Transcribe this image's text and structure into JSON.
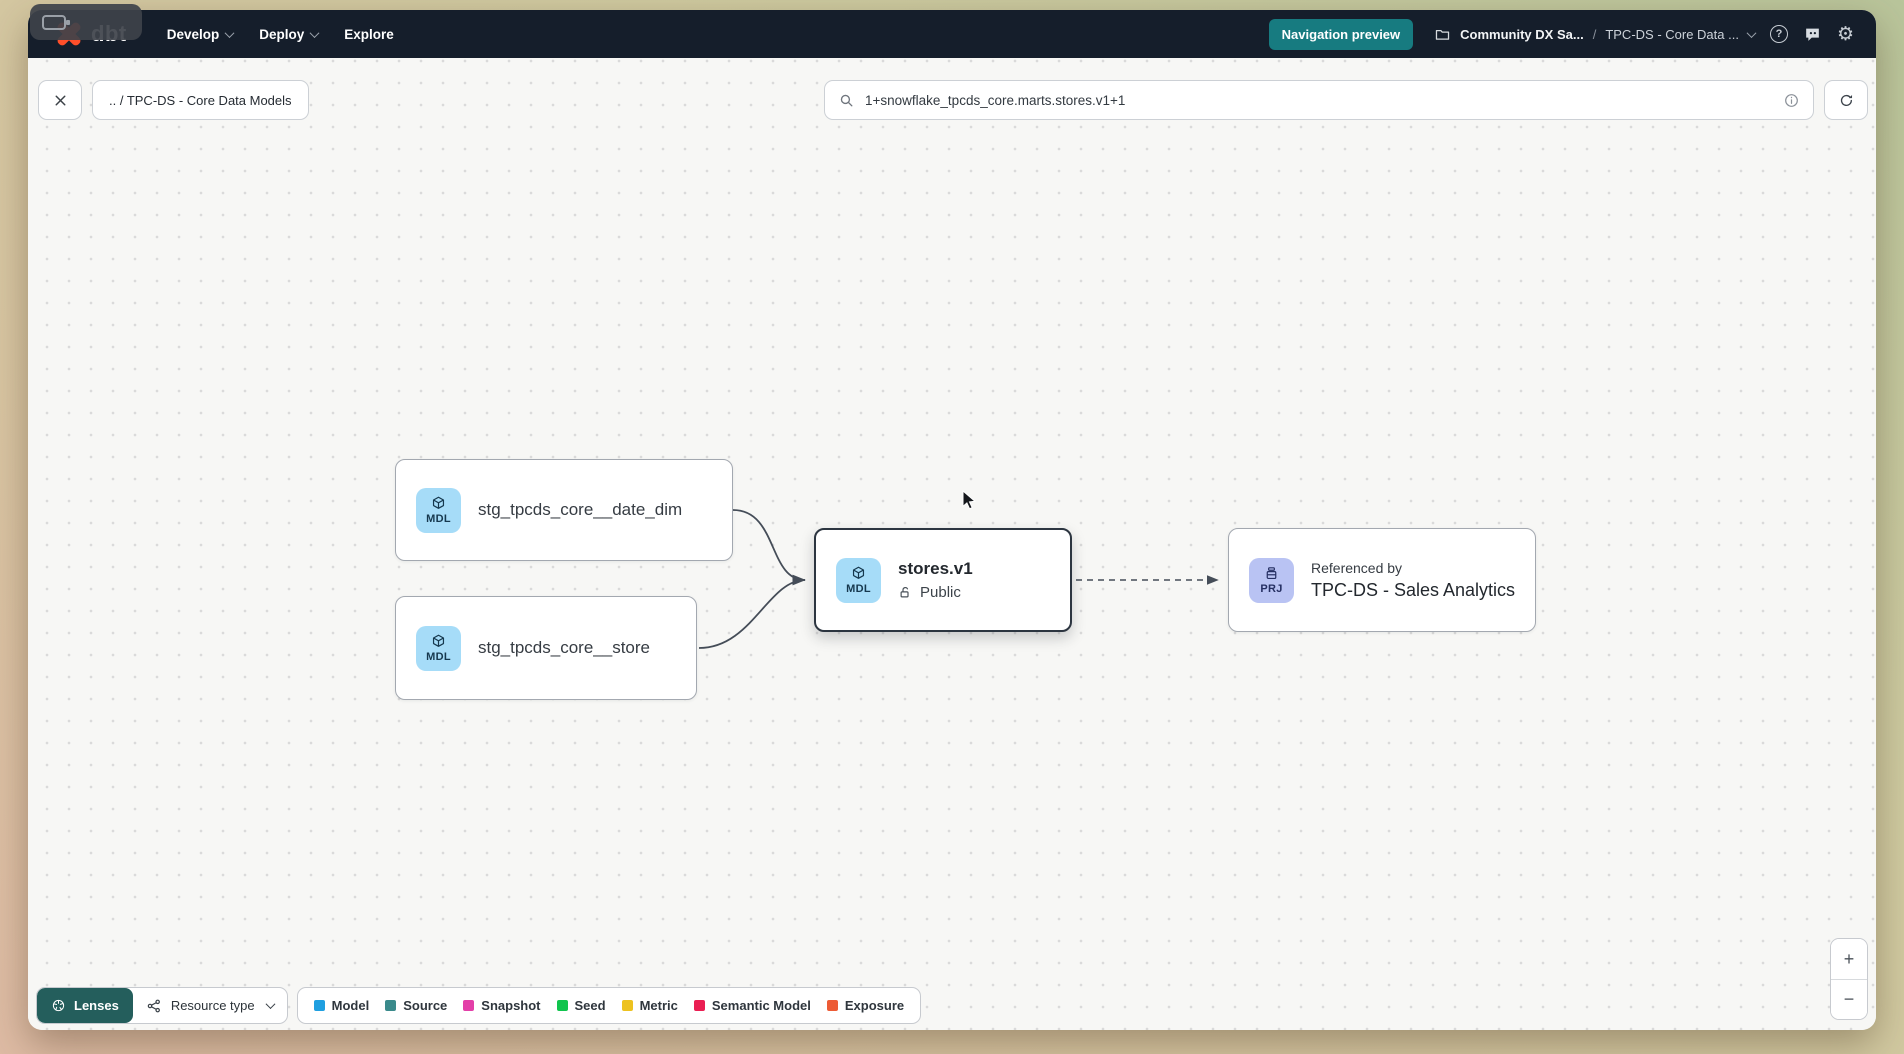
{
  "colors": {
    "navbar_bg": "#151e2b",
    "brand_orange": "#ff4f2a",
    "preview_badge_bg": "#177b80",
    "lenses_bg": "#245e5c",
    "edge": "#454d58"
  },
  "navbar": {
    "logo_text": "dbt",
    "menus": [
      {
        "label": "Develop"
      },
      {
        "label": "Deploy"
      },
      {
        "label": "Explore"
      }
    ],
    "preview_badge": "Navigation preview",
    "breadcrumb": {
      "account": "Community DX Sa...",
      "separator": "/",
      "project": "TPC-DS - Core Data ..."
    },
    "help_glyph": "?"
  },
  "toolbar": {
    "back_chip": ".. / TPC-DS - Core Data Models",
    "search_value": "1+snowflake_tpcds_core.marts.stores.v1+1"
  },
  "graph": {
    "nodes": [
      {
        "badge": "MDL",
        "badge_color": "#a6dcf8",
        "label": "stg_tpcds_core__date_dim"
      },
      {
        "badge": "MDL",
        "badge_color": "#a6dcf8",
        "label": "stg_tpcds_core__store"
      },
      {
        "badge": "MDL",
        "badge_color": "#a6dcf8",
        "label": "stores.v1",
        "access": "Public"
      },
      {
        "badge": "PRJ",
        "badge_color": "#b9c3f3",
        "ref_label": "Referenced by",
        "label": "TPC-DS - Sales Analytics"
      }
    ]
  },
  "footer": {
    "lenses": "Lenses",
    "resource_type": "Resource type",
    "legend": [
      {
        "label": "Model",
        "color": "#1f9fe0"
      },
      {
        "label": "Source",
        "color": "#3a8a8b"
      },
      {
        "label": "Snapshot",
        "color": "#e33fa8"
      },
      {
        "label": "Seed",
        "color": "#10c44d"
      },
      {
        "label": "Metric",
        "color": "#edc21f"
      },
      {
        "label": "Semantic Model",
        "color": "#ea1e52"
      },
      {
        "label": "Exposure",
        "color": "#ed5b35"
      }
    ]
  },
  "zoom_controls": {
    "zoom_in": "+",
    "zoom_out": "−"
  }
}
